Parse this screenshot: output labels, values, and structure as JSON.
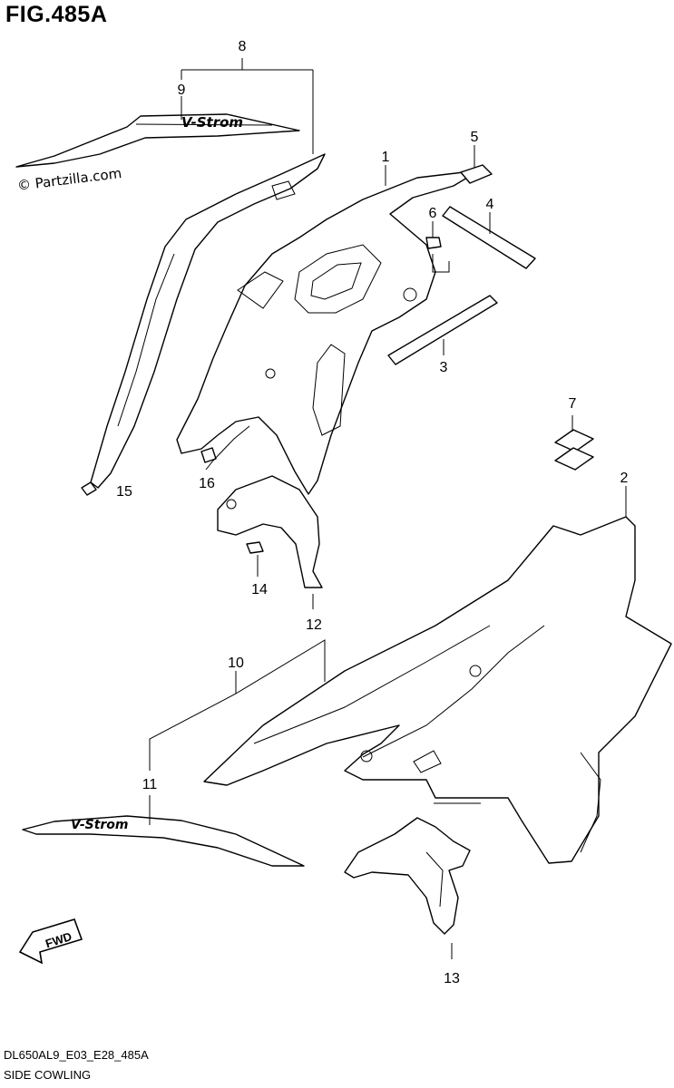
{
  "figure": {
    "title": "FIG.485A",
    "watermark": "© Partzilla.com",
    "model_code": "DL650AL9_E03_E28_485A",
    "caption": "SIDE COWLING",
    "direction_badge": "FWD",
    "emblem_text": "V-Strom"
  },
  "callouts": {
    "c1": "1",
    "c2": "2",
    "c3": "3",
    "c4": "4",
    "c5": "5",
    "c6": "6",
    "c7": "7",
    "c8": "8",
    "c9": "9",
    "c10": "10",
    "c11": "11",
    "c12": "12",
    "c13": "13",
    "c14": "14",
    "c15": "15",
    "c16": "16"
  }
}
